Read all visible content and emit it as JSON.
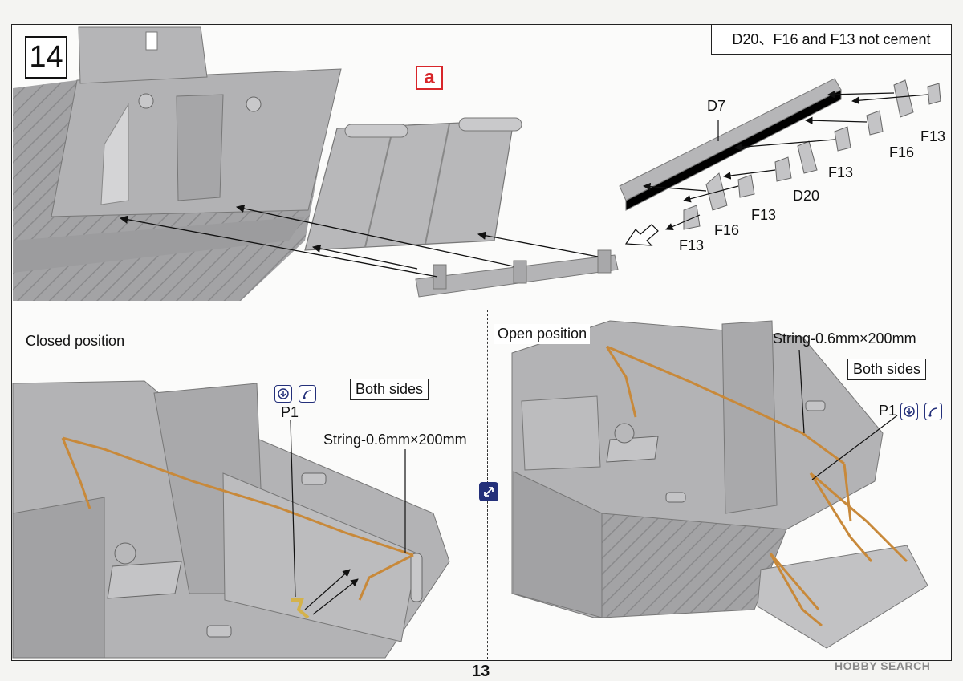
{
  "page": {
    "number": "13",
    "watermark": "HOBBY SEARCH"
  },
  "step": {
    "number": "14"
  },
  "note": {
    "text": "D20、F16 and F13 not cement"
  },
  "part_marker": {
    "label": "a"
  },
  "parts_labels": {
    "d7": "D7",
    "d20": "D20",
    "f16_a": "F16",
    "f16_b": "F16",
    "f13_a": "F13",
    "f13_b": "F13",
    "f13_c": "F13",
    "f13_d": "F13"
  },
  "closed_panel": {
    "title": "Closed position",
    "both_sides": "Both sides",
    "part": "P1",
    "string": "String-0.6mm×200mm"
  },
  "open_panel": {
    "title": "Open position",
    "both_sides": "Both sides",
    "part": "P1",
    "string": "String-0.6mm×200mm"
  },
  "colors": {
    "hull": "#a9a9aa",
    "hull_dark": "#8d8d8f",
    "string": "#c8893a",
    "accent_red": "#d8262a",
    "icon_blue": "#24307a"
  },
  "icons": [
    "step-number-box",
    "cement-icon",
    "bend-icon",
    "flip-view-icon",
    "direction-arrow-icon"
  ]
}
